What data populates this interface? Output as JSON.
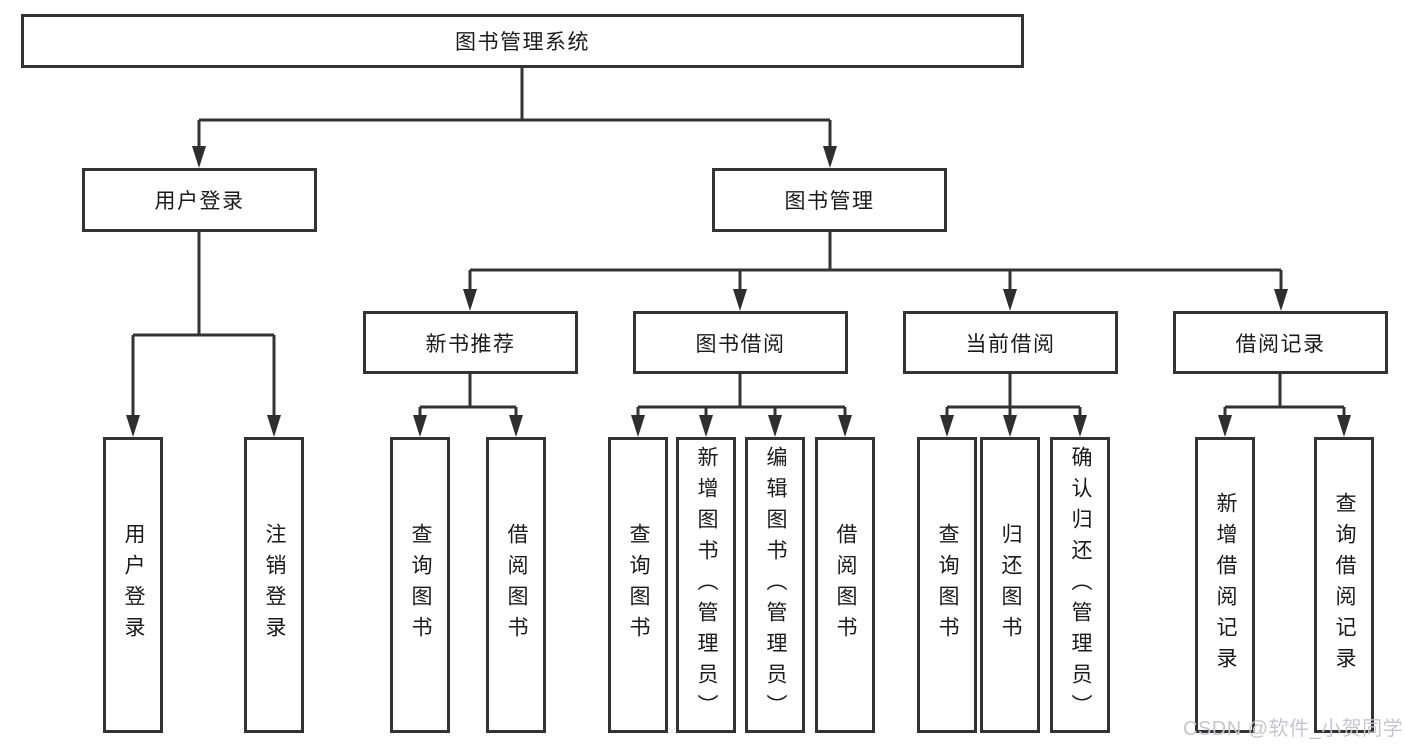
{
  "diagram": {
    "root": "图书管理系统",
    "level2": [
      "用户登录",
      "图书管理"
    ],
    "level3": [
      "新书推荐",
      "图书借阅",
      "当前借阅",
      "借阅记录"
    ],
    "leaves": [
      "用户登录",
      "注销登录",
      "查询图书",
      "借阅图书",
      "查询图书",
      "新增图书（管理员）",
      "编辑图书（管理员）",
      "借阅图书",
      "查询图书",
      "归还图书",
      "确认归还（管理员）",
      "新增借阅记录",
      "查询借阅记录"
    ]
  },
  "watermark": "CSDN @软件_小贺同学",
  "colors": {
    "line": "#333333",
    "box_border": "#333333",
    "text": "#1b1b1b",
    "watermark": "#c6c6ce",
    "background": "#ffffff"
  }
}
